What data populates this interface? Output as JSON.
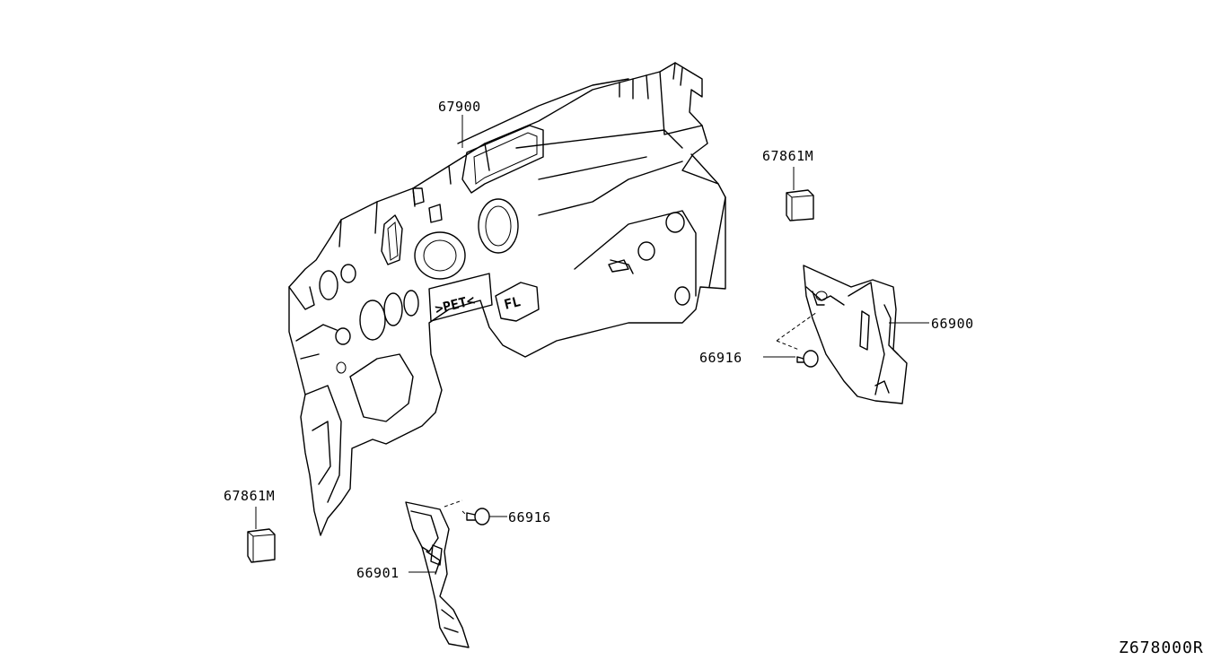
{
  "diagram_code": "Z678000R",
  "parts": {
    "dash_insulator": {
      "number": "67900",
      "name_icon": "dash-insulator-panel",
      "stamp_left": ">PET<",
      "stamp_right": "FL"
    },
    "pad_right": {
      "number": "67861M"
    },
    "pad_left": {
      "number": "67861M"
    },
    "trim_right": {
      "number": "66900"
    },
    "clip_right": {
      "number": "66916"
    },
    "clip_left": {
      "number": "66916"
    },
    "trim_left": {
      "number": "66901"
    }
  }
}
